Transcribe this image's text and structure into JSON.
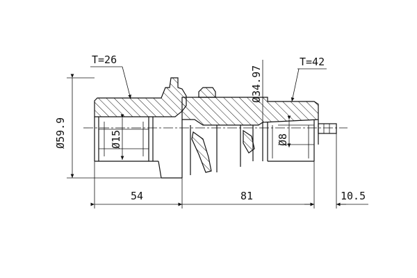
{
  "drawing": {
    "labels": {
      "left_spline": "T=26",
      "right_spline": "T=42",
      "overall_diameter": "Ø59.9",
      "bore_left": "Ø15",
      "flange_diameter": "Ø34.97",
      "bore_right": "Ø8",
      "length_left": "54",
      "length_middle": "81",
      "length_right": "10.5"
    }
  }
}
